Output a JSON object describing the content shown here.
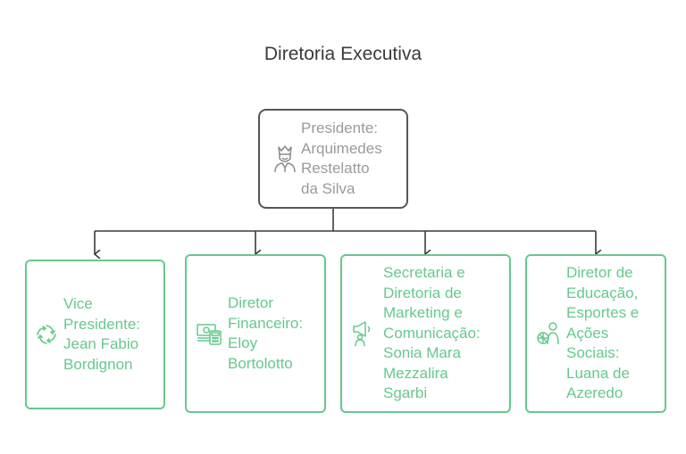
{
  "title": "Diretoria Executiva",
  "root": {
    "label": "Presidente:\nArquimedes\nRestelatto\nda Silva",
    "icon": "chief-person-icon"
  },
  "children": [
    {
      "label": "Vice\nPresidente:\nJean Fabio\nBordignon",
      "icon": "swirl-arrows-icon"
    },
    {
      "label": "Diretor\nFinanceiro:\nEloy\nBortolotto",
      "icon": "money-calculator-icon"
    },
    {
      "label": "Secretaria e\nDiretoria de\nMarketing e\nComunicação:\nSonia Mara\nMezzalira\nSgarbi",
      "icon": "megaphone-person-icon"
    },
    {
      "label": "Diretor de\nEducação,\nEsportes e\nAções\nSociais:\nLuana de\nAzeredo",
      "icon": "ball-person-icon"
    }
  ],
  "colors": {
    "accent": "#66c88d",
    "root_border": "#555555",
    "root_text": "#9a9a9a",
    "connector": "#3a3a3a"
  }
}
